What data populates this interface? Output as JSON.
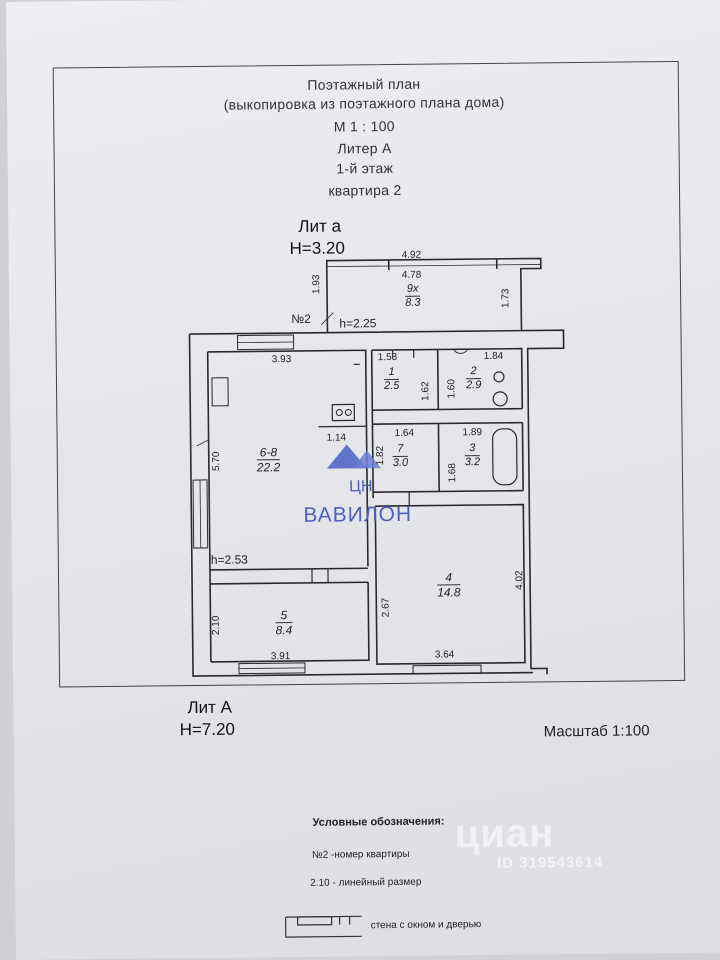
{
  "header": {
    "title": "Поэтажный план",
    "subtitle": "(выкопировка из поэтажного плана дома)",
    "scale": "М 1 : 100",
    "liter": "Литер А",
    "floor": "1-й этаж",
    "apartment": "квартира 2"
  },
  "plan": {
    "lit_small": "Лит а",
    "height_small": "H=3.20",
    "lit_big": "Лит А",
    "height_big": "H=7.20",
    "apartment_no": "№2",
    "h_225": "h=2.25",
    "h_253": "h=2.53",
    "dims": {
      "d492": "4.92",
      "d478": "4.78",
      "d193": "1.93",
      "d173": "1.73",
      "d393": "3.93",
      "d153": "1.53",
      "d184": "1.84",
      "d162": "1.62",
      "d160": "1.60",
      "d114": "1.14",
      "d164": "1.64",
      "d189": "1.89",
      "d182": "1.82",
      "d168": "1.68",
      "d570": "5.70",
      "d267": "2.67",
      "d402": "4.02",
      "d210": "2.10",
      "d391": "3.91",
      "d364": "3.64"
    },
    "rooms": [
      {
        "id": "9х",
        "area": "8.3"
      },
      {
        "id": "1",
        "area": "2.5"
      },
      {
        "id": "2",
        "area": "2.9"
      },
      {
        "id": "6-8",
        "area": "22.2"
      },
      {
        "id": "7",
        "area": "3.0"
      },
      {
        "id": "3",
        "area": "3.2"
      },
      {
        "id": "4",
        "area": "14.8"
      },
      {
        "id": "5",
        "area": "8.4"
      }
    ]
  },
  "stamp": {
    "short": "ЦН",
    "name": "ВАВИЛОН",
    "color": "#4a60c6"
  },
  "footer": {
    "scale": "Масштаб 1:100",
    "legend_title": "Условные обозначения:",
    "legend_apartment": "№2   -номер квартиры",
    "legend_dimension": "2.10   - линейный размер",
    "legend_wall": "стена с окном и  дверью"
  },
  "watermark": {
    "brand": "циан",
    "id": "ID 319543614"
  }
}
